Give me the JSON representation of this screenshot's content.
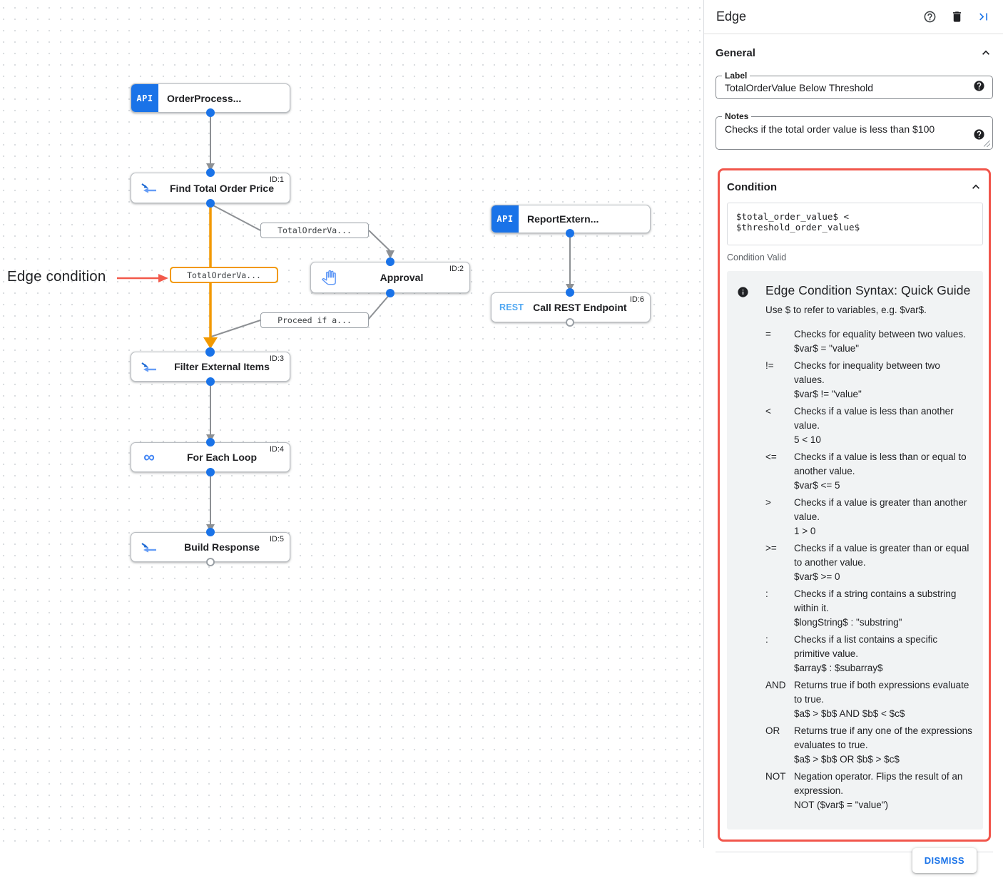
{
  "colors": {
    "accent": "#1A73E8",
    "selected_edge_orange": "#F29900",
    "condition_highlight_red": "#F1564C",
    "edge_gray": "#8D9094"
  },
  "icons": {
    "panel_header": [
      "help-icon",
      "trash-icon",
      "collapse-panel-right-icon"
    ],
    "node_types": {
      "api": "api-badge",
      "datamap": "data-mapping-arrows-icon",
      "hand": "approval-hand-icon",
      "infinity": "loop-infinity-icon",
      "rest": "rest-badge"
    }
  },
  "canvas": {
    "annotation": "Edge condition",
    "nodes": [
      {
        "title": "OrderProcess...",
        "badge": ""
      },
      {
        "title": "Find Total Order Price",
        "badge": "ID:1"
      },
      {
        "title": "Approval",
        "badge": "ID:2"
      },
      {
        "title": "ReportExtern...",
        "badge": ""
      },
      {
        "title": "Call REST Endpoint",
        "badge": "ID:6"
      },
      {
        "title": "Filter External Items",
        "badge": "ID:3"
      },
      {
        "title": "For Each Loop",
        "badge": "ID:4"
      },
      {
        "title": "Build Response",
        "badge": "ID:5"
      }
    ],
    "edge_labels": [
      {
        "text": "TotalOrderVa...",
        "selected": false
      },
      {
        "text": "TotalOrderVa...",
        "selected": true
      },
      {
        "text": "Proceed if a...",
        "selected": false
      }
    ]
  },
  "panel": {
    "title": "Edge",
    "general": {
      "section_label": "General",
      "label_field": {
        "label": "Label",
        "value": "TotalOrderValue Below Threshold"
      },
      "notes_field": {
        "label": "Notes",
        "value": "Checks if the total order value is less than $100"
      }
    },
    "condition": {
      "section_label": "Condition",
      "value": "$total_order_value$ < $threshold_order_value$",
      "status": "Condition Valid",
      "guide": {
        "title": "Edge Condition Syntax: Quick Guide",
        "subtitle": "Use $ to refer to variables, e.g. $var$.",
        "rows": [
          {
            "op": "=",
            "desc": "Checks for equality between two values.",
            "example": "$var$ = \"value\""
          },
          {
            "op": "!=",
            "desc": "Checks for inequality between two values.",
            "example": "$var$ != \"value\""
          },
          {
            "op": "<",
            "desc": "Checks if a value is less than another value.",
            "example": "5 < 10"
          },
          {
            "op": "<=",
            "desc": "Checks if a value is less than or equal to another value.",
            "example": "$var$ <= 5"
          },
          {
            "op": ">",
            "desc": "Checks if a value is greater than another value.",
            "example": "1 > 0"
          },
          {
            "op": ">=",
            "desc": "Checks if a value is greater than or equal to another value.",
            "example": "$var$ >= 0"
          },
          {
            "op": ":",
            "desc": "Checks if a string contains a substring within it.",
            "example": "$longString$ : \"substring\""
          },
          {
            "op": ":",
            "desc": "Checks if a list contains a specific primitive value.",
            "example": "$array$ : $subarray$"
          },
          {
            "op": "AND",
            "desc": "Returns true if both expressions evaluate to true.",
            "example": "$a$ > $b$ AND $b$ < $c$"
          },
          {
            "op": "OR",
            "desc": "Returns true if any one of the expressions evaluates to true.",
            "example": "$a$ > $b$ OR $b$ > $c$"
          },
          {
            "op": "NOT",
            "desc": "Negation operator. Flips the result of an expression.",
            "example": "NOT ($var$ = \"value\")"
          }
        ]
      }
    },
    "dismiss_label": "DISMISS"
  }
}
